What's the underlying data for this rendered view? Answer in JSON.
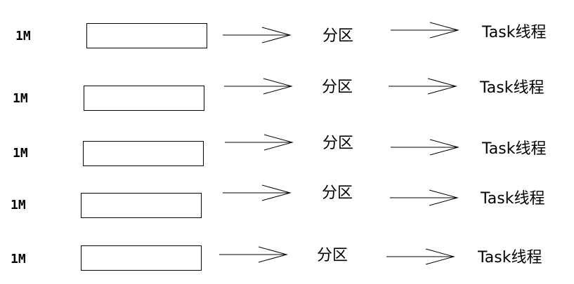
{
  "rows": [
    {
      "size": "1M",
      "partition": "分区",
      "task": "Task线程"
    },
    {
      "size": "1M",
      "partition": "分区",
      "task": "Task线程"
    },
    {
      "size": "1M",
      "partition": "分区",
      "task": "Task线程"
    },
    {
      "size": "1M",
      "partition": "分区",
      "task": "Task线程"
    },
    {
      "size": "1M",
      "partition": "分区",
      "task": "Task线程"
    }
  ],
  "colors": {
    "stroke": "#000000",
    "background": "#ffffff"
  }
}
